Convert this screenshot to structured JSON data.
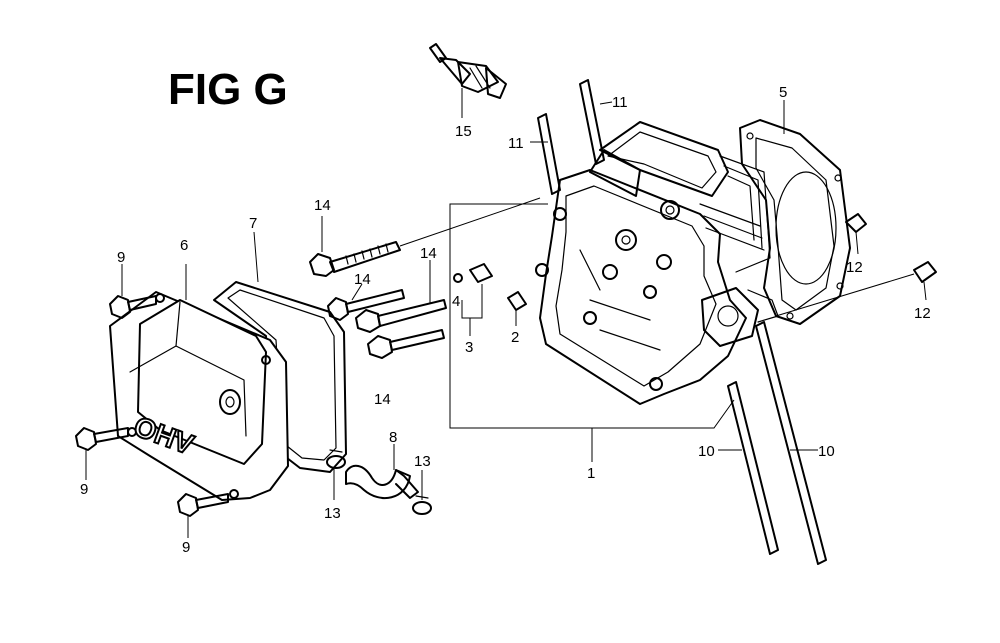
{
  "figure": {
    "title": "FIG G"
  },
  "emblem": {
    "text": "OHV"
  },
  "callouts": [
    {
      "id": "c15",
      "label": "15"
    },
    {
      "id": "c11a",
      "label": "11"
    },
    {
      "id": "c11b",
      "label": "11"
    },
    {
      "id": "c5",
      "label": "5"
    },
    {
      "id": "c14a",
      "label": "14"
    },
    {
      "id": "c7",
      "label": "7"
    },
    {
      "id": "c9a",
      "label": "9"
    },
    {
      "id": "c6",
      "label": "6"
    },
    {
      "id": "c14b",
      "label": "14"
    },
    {
      "id": "c14c",
      "label": "14"
    },
    {
      "id": "c4",
      "label": "4"
    },
    {
      "id": "c2",
      "label": "2"
    },
    {
      "id": "c3",
      "label": "3"
    },
    {
      "id": "c12a",
      "label": "12"
    },
    {
      "id": "c12b",
      "label": "12"
    },
    {
      "id": "c14d",
      "label": "14"
    },
    {
      "id": "c8",
      "label": "8"
    },
    {
      "id": "c13a",
      "label": "13"
    },
    {
      "id": "c13b",
      "label": "13"
    },
    {
      "id": "c9b",
      "label": "9"
    },
    {
      "id": "c9c",
      "label": "9"
    },
    {
      "id": "c1",
      "label": "1"
    },
    {
      "id": "c10a",
      "label": "10"
    },
    {
      "id": "c10b",
      "label": "10"
    }
  ]
}
